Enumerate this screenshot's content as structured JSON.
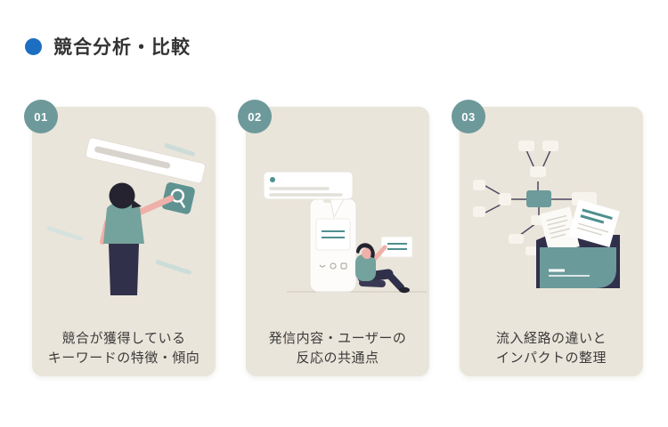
{
  "header": {
    "title": "競合分析・比較",
    "bullet_icon": "blue-circle"
  },
  "colors": {
    "accent_blue": "#1d6ec1",
    "badge_teal": "#6d999b",
    "card_background": "#eae5da",
    "illustration_teal": "#74a29c",
    "deep_teal": "#5f9392",
    "navy": "#31304a",
    "text": "#3b3b3b"
  },
  "cards": [
    {
      "number": "01",
      "caption_line1": "競合が獲得している",
      "caption_line2": "キーワードの特徴・傾向",
      "illustration": "person-using-search-bar",
      "icons": [
        "magnifying-glass"
      ]
    },
    {
      "number": "02",
      "caption_line1": "発信内容・ユーザーの",
      "caption_line2": "反応の共通点",
      "illustration": "person-with-smartphone-and-comments",
      "icons": [
        "speech-bubble",
        "social-media-icons"
      ]
    },
    {
      "number": "03",
      "caption_line1": "流入経路の違いと",
      "caption_line2": "インパクトの整理",
      "illustration": "mindmap-and-document-folder",
      "icons": [
        "network-diagram",
        "folder",
        "documents"
      ]
    }
  ]
}
